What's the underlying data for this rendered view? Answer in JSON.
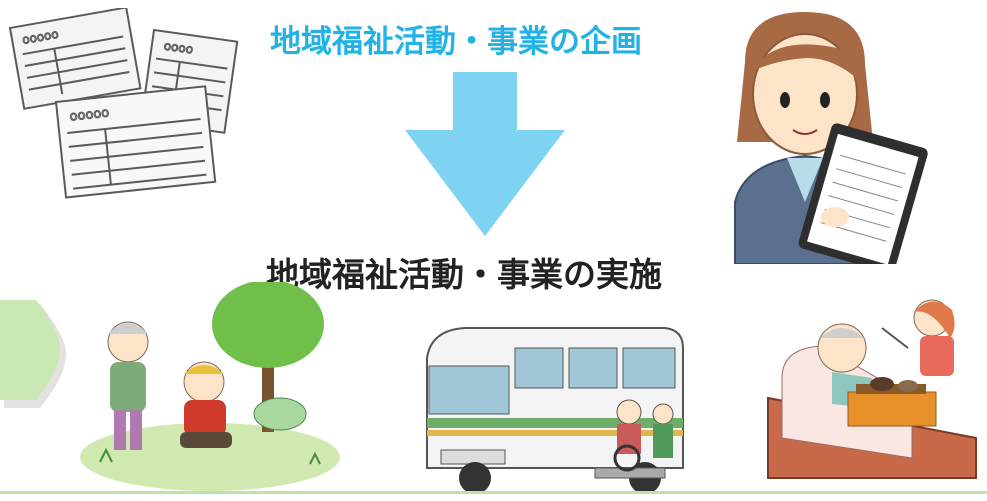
{
  "headings": {
    "planning": "地域福祉活動・事業の企画",
    "implementation": "地域福祉活動・事業の実施"
  },
  "colors": {
    "planning_text": "#22b2e6",
    "implementation_text": "#222222",
    "arrow": "#7fd3f2",
    "side_tab": "#c9e8b4"
  },
  "illustrations": [
    "survey-sheets",
    "staff-woman-with-clipboard",
    "elderly-gardening",
    "welfare-bus-with-wheelchair-lift",
    "meal-assistance-in-bed"
  ]
}
